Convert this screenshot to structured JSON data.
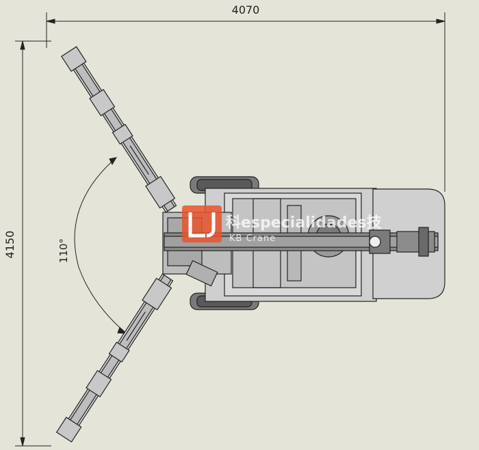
{
  "dimensions": {
    "width_label": "4070",
    "height_label": "4150",
    "angle_label": "110°"
  },
  "watermark": {
    "chinese_text": "科especialidades技",
    "english_text": "KB Crane"
  },
  "colors": {
    "background": "#e4e4d8",
    "line": "#222222",
    "machine_fill": "#c8c8c8",
    "machine_dark": "#6a6a6a",
    "accent": "#e8542c"
  }
}
